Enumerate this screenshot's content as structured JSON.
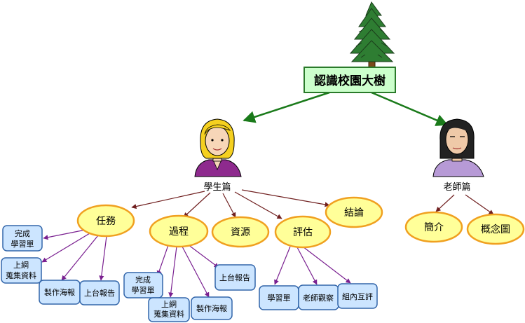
{
  "root": {
    "label": "認識校園大樹"
  },
  "branches": {
    "student": {
      "label": "學生篇"
    },
    "teacher": {
      "label": "老師篇"
    }
  },
  "student_topics": {
    "task": {
      "label": "任務"
    },
    "process": {
      "label": "過程"
    },
    "resource": {
      "label": "資源"
    },
    "evaluate": {
      "label": "評估"
    },
    "conclude": {
      "label": "結論"
    }
  },
  "teacher_topics": {
    "intro": {
      "label": "簡介"
    },
    "concept": {
      "label": "概念圖"
    }
  },
  "leaves": {
    "task_sheet": {
      "line1": "完成",
      "line2": "學習單"
    },
    "task_web": {
      "line1": "上網",
      "line2": "蒐集資料"
    },
    "task_poster": {
      "label": "製作海報"
    },
    "task_report": {
      "label": "上台報告"
    },
    "proc_sheet": {
      "line1": "完成",
      "line2": "學習單"
    },
    "proc_web": {
      "line1": "上網",
      "line2": "蒐集資料"
    },
    "proc_poster": {
      "label": "製作海報"
    },
    "proc_report": {
      "label": "上台報告"
    },
    "eval_sheet": {
      "label": "學習單"
    },
    "eval_teacher": {
      "label": "老師觀察"
    },
    "eval_peer": {
      "label": "組內互評"
    }
  },
  "colors": {
    "root_fill": "#ccffcc",
    "root_border": "#2a7a2a",
    "ellipse_fill": "#ffff99",
    "ellipse_border": "#f0a020",
    "box_fill": "#cce5ff",
    "box_border": "#3366aa",
    "green_arrow": "#1a7a1a",
    "dark_arrow": "#702020",
    "purple_arrow": "#7a2090"
  }
}
